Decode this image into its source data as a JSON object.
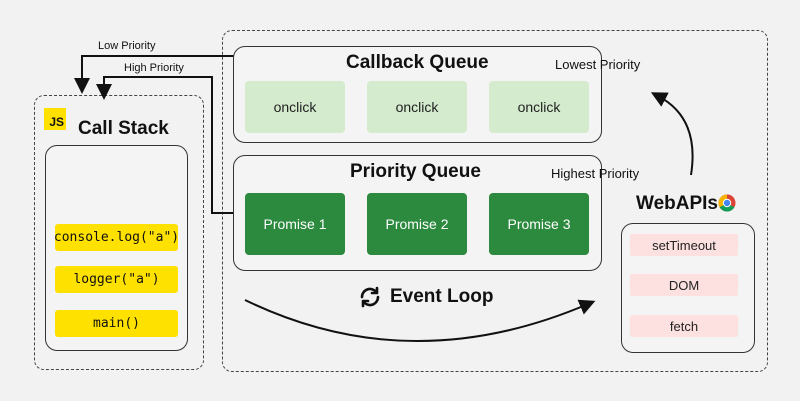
{
  "arrows": {
    "low_priority": "Low Priority",
    "high_priority": "High Priority"
  },
  "call_stack": {
    "badge": "JS",
    "title": "Call Stack",
    "items": [
      "console.log(\"a\")",
      "logger(\"a\")",
      "main()"
    ]
  },
  "callback_queue": {
    "title": "Callback Queue",
    "priority": "Lowest Priority",
    "items": [
      "onclick",
      "onclick",
      "onclick"
    ]
  },
  "priority_queue": {
    "title": "Priority Queue",
    "priority": "Highest Priority",
    "items": [
      "Promise 1",
      "Promise 2",
      "Promise 3"
    ]
  },
  "event_loop": {
    "title": "Event Loop",
    "icon": "refresh-icon"
  },
  "webapis": {
    "title": "WebAPIs",
    "icon": "chrome-icon",
    "items": [
      "setTimeout",
      "DOM",
      "fetch"
    ]
  },
  "colors": {
    "js_yellow": "#ffe100",
    "promise_green": "#2b8a3e",
    "onclick_green": "#d4ebcd",
    "webapi_pink": "#fde0e0"
  }
}
